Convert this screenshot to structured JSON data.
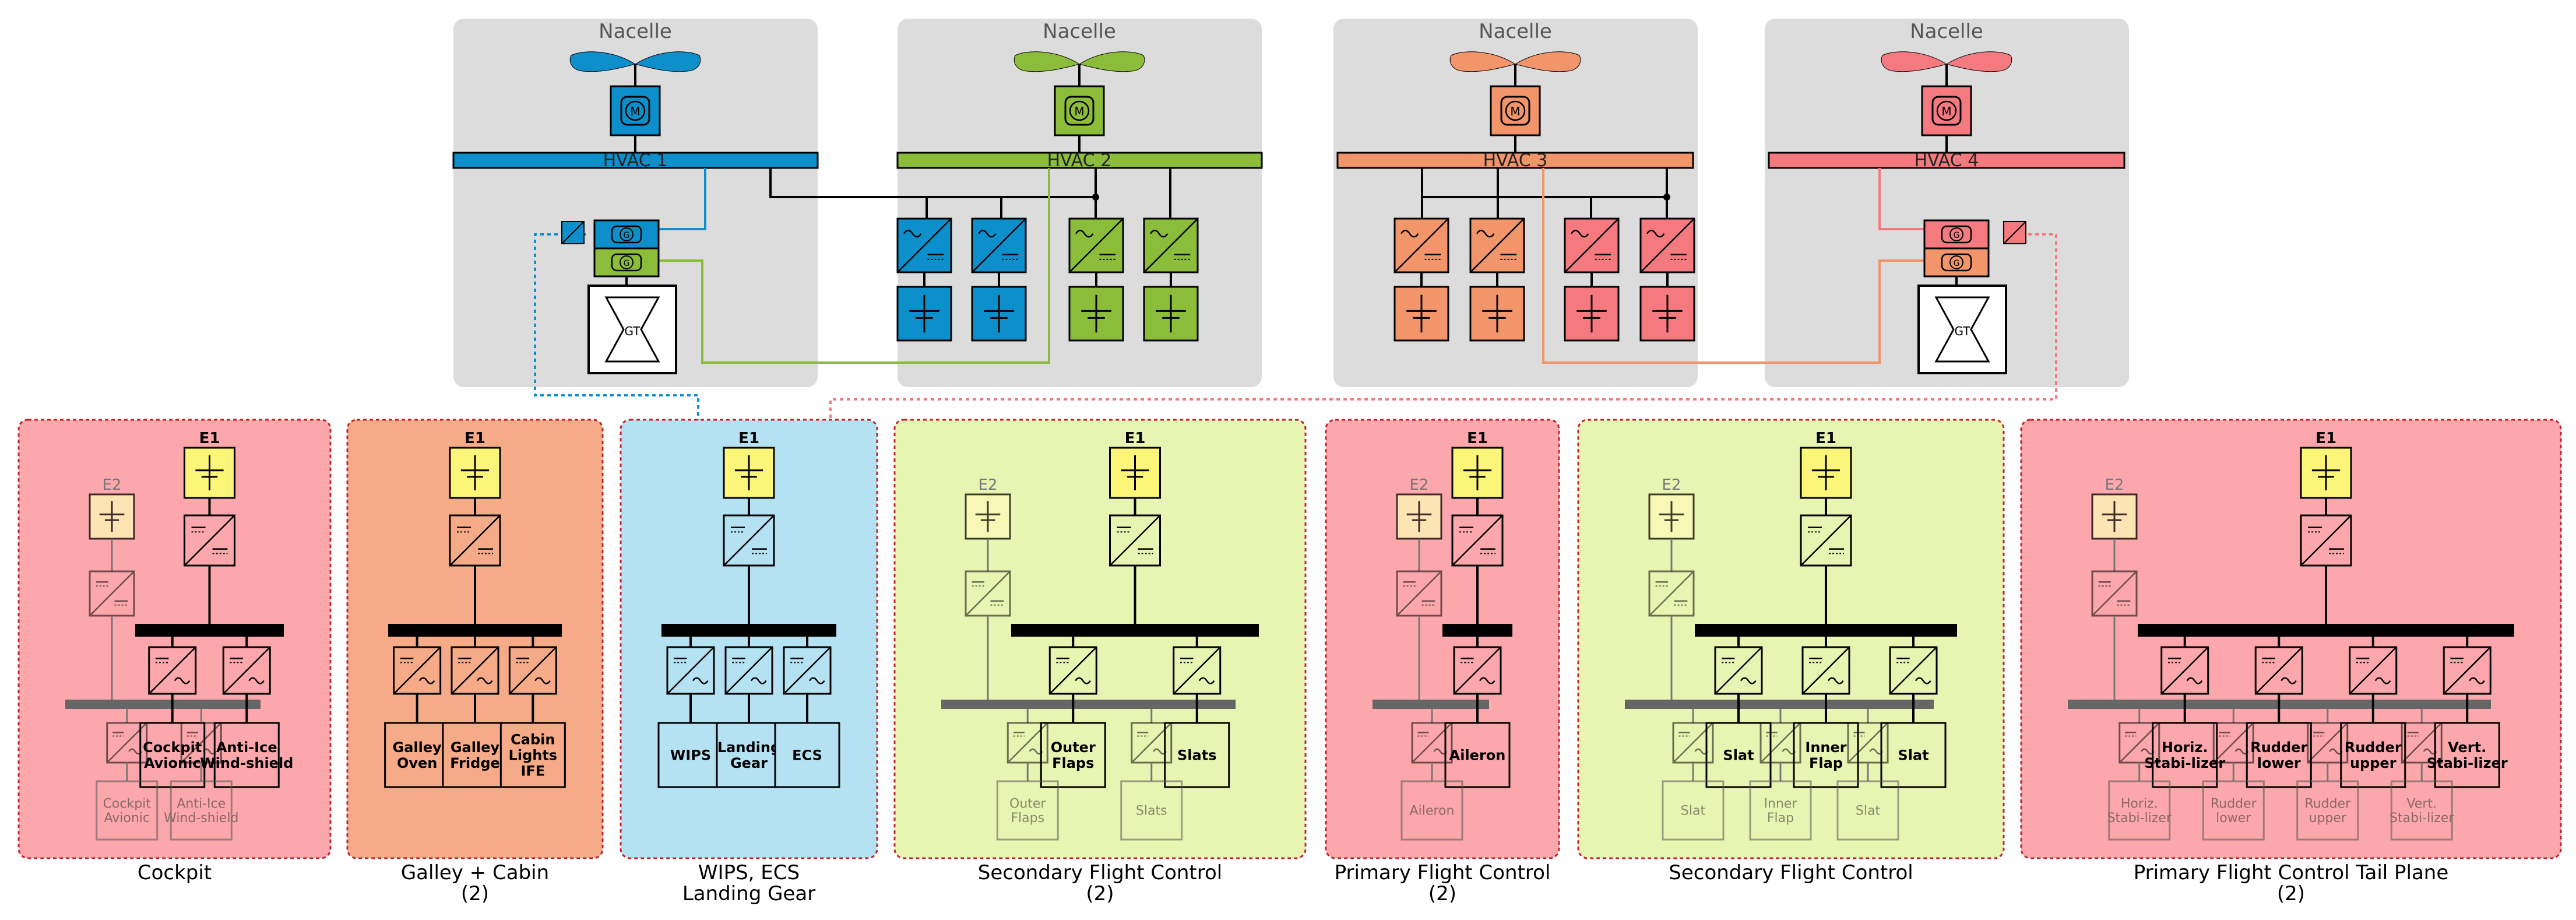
{
  "nacelles": [
    {
      "label": "Nacelle",
      "bus": "HVAC 1",
      "color": "#0d8fcc",
      "has_gt": true,
      "rect_count": 2,
      "sym_count": 2
    },
    {
      "label": "Nacelle",
      "bus": "HVAC 2",
      "color": "#8cbd3a",
      "has_gt": false,
      "rect_count": 2,
      "sym_count": 2
    },
    {
      "label": "Nacelle",
      "bus": "HVAC 3",
      "color": "#f2956b",
      "has_gt": false,
      "rect_count": 2,
      "sym_count": 2
    },
    {
      "label": "Nacelle",
      "bus": "HVAC 4",
      "color": "#f57a80",
      "has_gt": true,
      "rect_count": 2,
      "sym_count": 2
    }
  ],
  "symbols": {
    "motor": "M",
    "generator": "G",
    "turbine": "GT"
  },
  "zones": [
    {
      "id": "cockpit",
      "title": "Cockpit",
      "count": "",
      "bg": "#fba7ab",
      "e1": "E1",
      "e2": "E2",
      "loads": [
        "Cockpit Avionic",
        "Anti-Ice Wind-shield"
      ],
      "backup_loads": [
        "Cockpit Avionic",
        "Anti-Ice Wind-shield"
      ]
    },
    {
      "id": "galley",
      "title": "Galley + Cabin",
      "count": "(2)",
      "bg": "#f5ab87",
      "e1": "E1",
      "e2": "",
      "loads": [
        "Galley Oven",
        "Galley Fridge",
        "Cabin Lights IFE"
      ],
      "backup_loads": []
    },
    {
      "id": "wips",
      "title": "WIPS, ECS",
      "count": "Landing Gear",
      "bg": "#b5e2f2",
      "e1": "E1",
      "e2": "",
      "loads": [
        "WIPS",
        "Landing Gear",
        "ECS"
      ],
      "backup_loads": []
    },
    {
      "id": "sfc1",
      "title": "Secondary Flight Control",
      "count": "(2)",
      "bg": "#e8f4b2",
      "e1": "E1",
      "e2": "E2",
      "loads": [
        "Outer Flaps",
        "Slats"
      ],
      "backup_loads": [
        "Outer Flaps",
        "Slats"
      ]
    },
    {
      "id": "pfc",
      "title": "Primary Flight Control",
      "count": "(2)",
      "bg": "#fba7ab",
      "e1": "E1",
      "e2": "E2",
      "loads": [
        "Aileron"
      ],
      "backup_loads": [
        "Aileron"
      ]
    },
    {
      "id": "sfc2",
      "title": "Secondary Flight Control",
      "count": "",
      "bg": "#e8f4b2",
      "e1": "E1",
      "e2": "E2",
      "loads": [
        "Slat",
        "Inner Flap",
        "Slat"
      ],
      "backup_loads": [
        "Slat",
        "Inner Flap",
        "Slat"
      ]
    },
    {
      "id": "pfctail",
      "title": "Primary Flight Control Tail Plane",
      "count": "(2)",
      "bg": "#fba7ab",
      "e1": "E1",
      "e2": "E2",
      "loads": [
        "Horiz. Stabi-lizer",
        "Rudder lower",
        "Rudder upper",
        "Vert. Stabi-lizer"
      ],
      "backup_loads": [
        "Horiz. Stabi-lizer",
        "Rudder lower",
        "Rudder upper",
        "Vert. Stabi-lizer"
      ]
    }
  ],
  "colors": {
    "nacelle_bg": "#dcdcdc",
    "storage": "#fbf57a",
    "storage_faded": "#fdf9b8",
    "bus": "#000000",
    "backup_bus": "#666666"
  }
}
